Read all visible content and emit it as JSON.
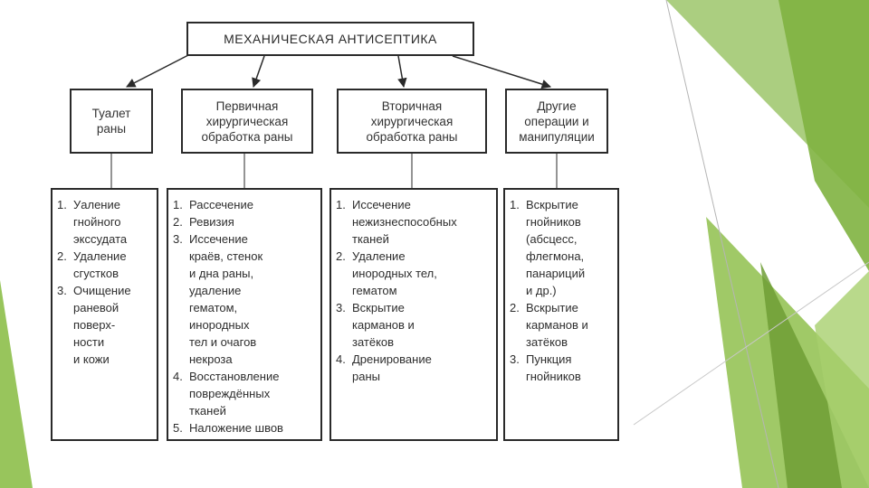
{
  "title": "МЕХАНИЧЕСКАЯ  АНТИСЕПТИКА",
  "columns": [
    {
      "id": "toilet",
      "heading": "Туалет\nраны",
      "items": [
        {
          "num": "1.",
          "text": "Уаление\nгнойного\nэкссудата"
        },
        {
          "num": "2.",
          "text": "Удаление\nсгустков"
        },
        {
          "num": "3.",
          "text": "Очищение\nраневой\nповерх-\nности\nи кожи"
        }
      ]
    },
    {
      "id": "primary",
      "heading": "Первичная\nхирургическая\nобработка раны",
      "items": [
        {
          "num": "1.",
          "text": "Рассечение"
        },
        {
          "num": "2.",
          "text": "Ревизия"
        },
        {
          "num": "3.",
          "text": "Иссечение\nкраёв, стенок\nи дна раны,\nудаление\nгематом,\nинородных\nтел и очагов\nнекроза"
        },
        {
          "num": "4.",
          "text": "Восстановление\nповреждённых\nтканей"
        },
        {
          "num": "5.",
          "text": "Наложение швов"
        }
      ]
    },
    {
      "id": "secondary",
      "heading": "Вторичная\nхирургическая\nобработка раны",
      "items": [
        {
          "num": "1.",
          "text": "Иссечение\nнежизнеспособных\nтканей"
        },
        {
          "num": "2.",
          "text": "Удаление\nинородных тел,\nгематом"
        },
        {
          "num": "3.",
          "text": "Вскрытие\nкарманов и\nзатёков"
        },
        {
          "num": "4.",
          "text": "Дренирование\nраны"
        }
      ]
    },
    {
      "id": "other",
      "heading": "Другие\nоперации и\nманипуляции",
      "items": [
        {
          "num": "1.",
          "text": "Вскрытие\nгнойников\n(абсцесс,\nфлегмона,\nпанариций\nи др.)"
        },
        {
          "num": "2.",
          "text": "Вскрытие\nкарманов и\nзатёков"
        },
        {
          "num": "3.",
          "text": "Пункция\nгнойников"
        }
      ]
    }
  ],
  "colors": {
    "border": "#2a2a2a",
    "text": "#2e2e2e",
    "green_light": "#a8cf6e",
    "green_mid": "#8dbf4a",
    "green_dark": "#6f9e35"
  }
}
